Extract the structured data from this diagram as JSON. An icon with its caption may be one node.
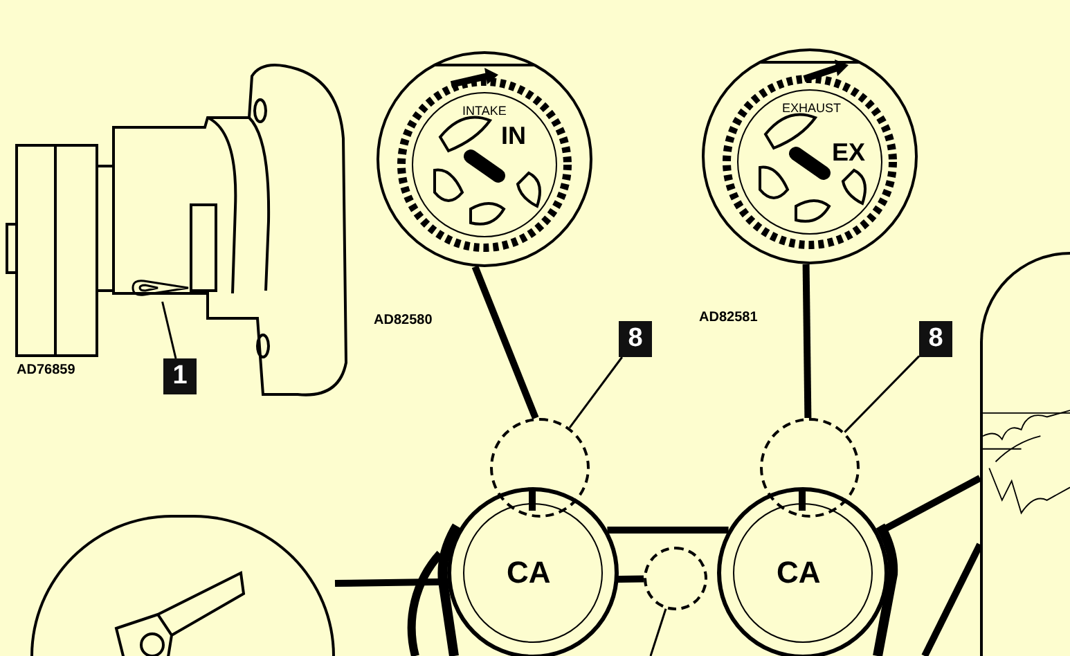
{
  "diagram": {
    "nodes": [
      {
        "text": [
          "INTAKE",
          "IN"
        ],
        "beside": [
          "AD82580"
        ]
      },
      {
        "text": [
          "EXHAUST",
          "EX"
        ],
        "beside": [
          "AD82581"
        ]
      },
      {
        "text": [
          "1"
        ]
      },
      {
        "text": [],
        "shape": "picture"
      },
      {
        "text": [
          "8"
        ]
      },
      {
        "text": [
          "8"
        ]
      },
      {
        "text": [],
        "shape": "circle"
      },
      {
        "text": [],
        "shape": "circle"
      },
      {
        "text": [
          "CA"
        ]
      },
      {
        "text": [
          "CA"
        ]
      },
      {
        "text": [],
        "shape": "circle"
      },
      {
        "text": [],
        "shape": "picture"
      },
      {
        "text": [],
        "shape": "picture"
      }
    ],
    "edges": [
      {
        "from": 2,
        "to": 3,
        "arrow": "none"
      },
      {
        "from": 4,
        "to": 6,
        "arrow": "none"
      },
      {
        "from": 5,
        "to": 7,
        "arrow": "none"
      },
      {
        "from": 0,
        "to": 6,
        "arrow": "none"
      },
      {
        "from": 1,
        "to": 7,
        "arrow": "none"
      },
      {
        "from": 10,
        "to": 11,
        "arrow": "none"
      },
      {
        "from": 10,
        "to": null,
        "arrow": "none"
      },
      {
        "from": 9,
        "to": 12,
        "arrow": "none"
      },
      {
        "from": null,
        "to": 12,
        "arrow": "none"
      },
      {
        "from": 8,
        "to": 9,
        "arrow": "none"
      }
    ],
    "labels": [
      "AD76859"
    ]
  }
}
